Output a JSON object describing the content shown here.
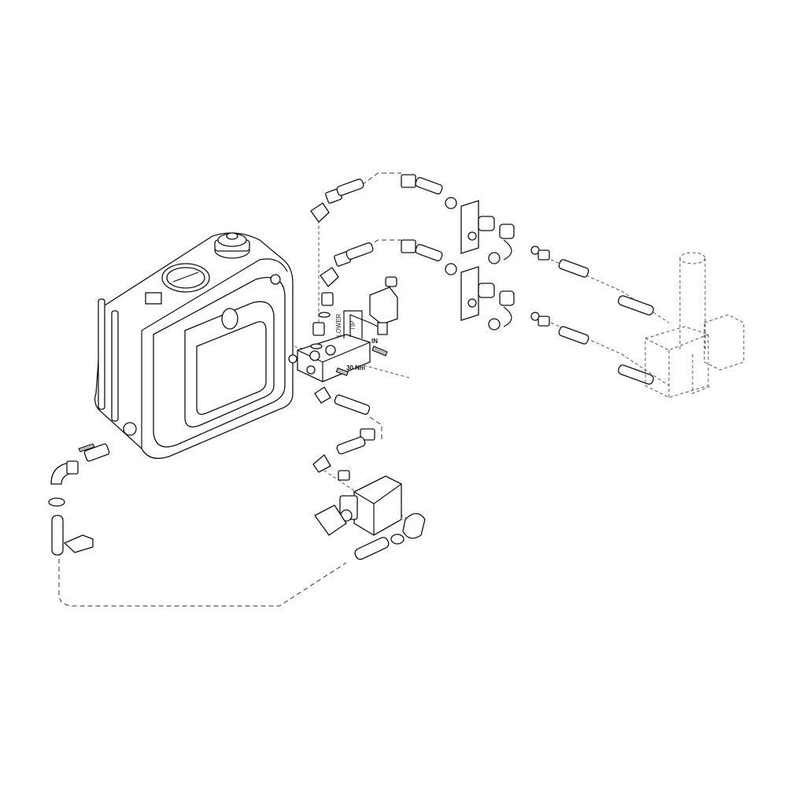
{
  "diagram": {
    "labels": {
      "lower": "LOWER",
      "tip": "TIP",
      "in": "IN",
      "torque": "30 Nm"
    },
    "colors": {
      "line": "#111111",
      "background": "#ffffff"
    }
  }
}
